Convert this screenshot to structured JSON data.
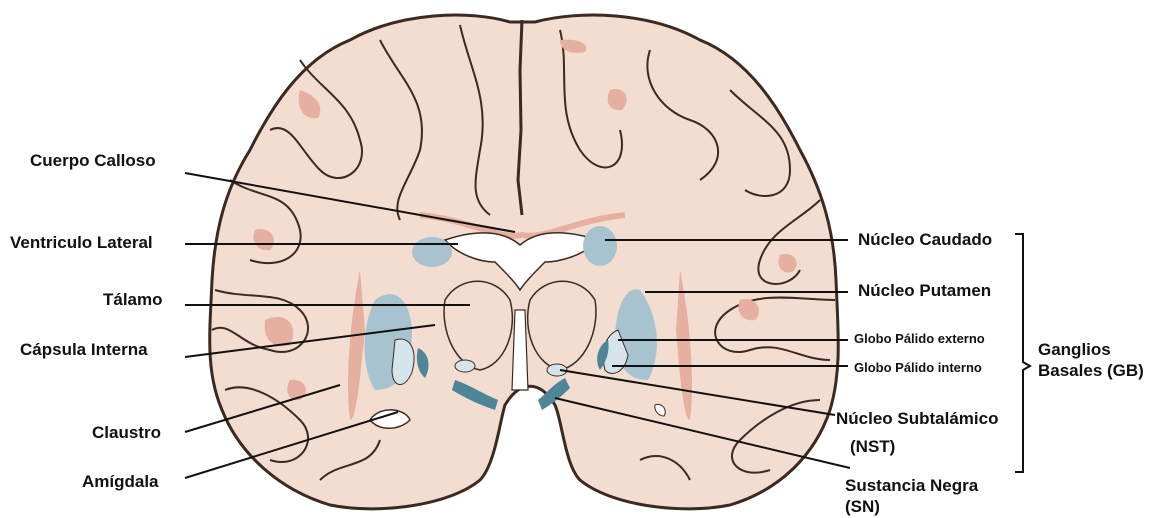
{
  "left_labels": {
    "cuerpo_calloso": "Cuerpo Calloso",
    "ventriculo_lateral": "Ventriculo Lateral",
    "talamo": "Tálamo",
    "capsula_interna": "Cápsula Interna",
    "claustro": "Claustro",
    "amigdala": "Amígdala"
  },
  "right_labels": {
    "nucleo_caudado": "Núcleo Caudado",
    "nucleo_putamen": "Núcleo Putamen",
    "globo_palido_externo": "Globo Pálido externo",
    "globo_palido_interno": "Globo Pálido interno",
    "nucleo_subtalamico": "Núcleo Subtalámico",
    "nucleo_subtalamico_abbr": "(NST)",
    "sustancia_negra": "Sustancia Negra",
    "sustancia_negra_abbr": "(SN)"
  },
  "group_label": {
    "line1": "Ganglios",
    "line2": "Basales (GB)"
  },
  "colors": {
    "tissue": "#f3ddd0",
    "outline": "#3a2a22",
    "cortex_pink": "#e6b0a0",
    "nucleus_blue": "#a7c3cf",
    "nucleus_dark": "#4e8597",
    "nucleus_light": "#d4e4ea",
    "ventricle": "#ffffff"
  }
}
